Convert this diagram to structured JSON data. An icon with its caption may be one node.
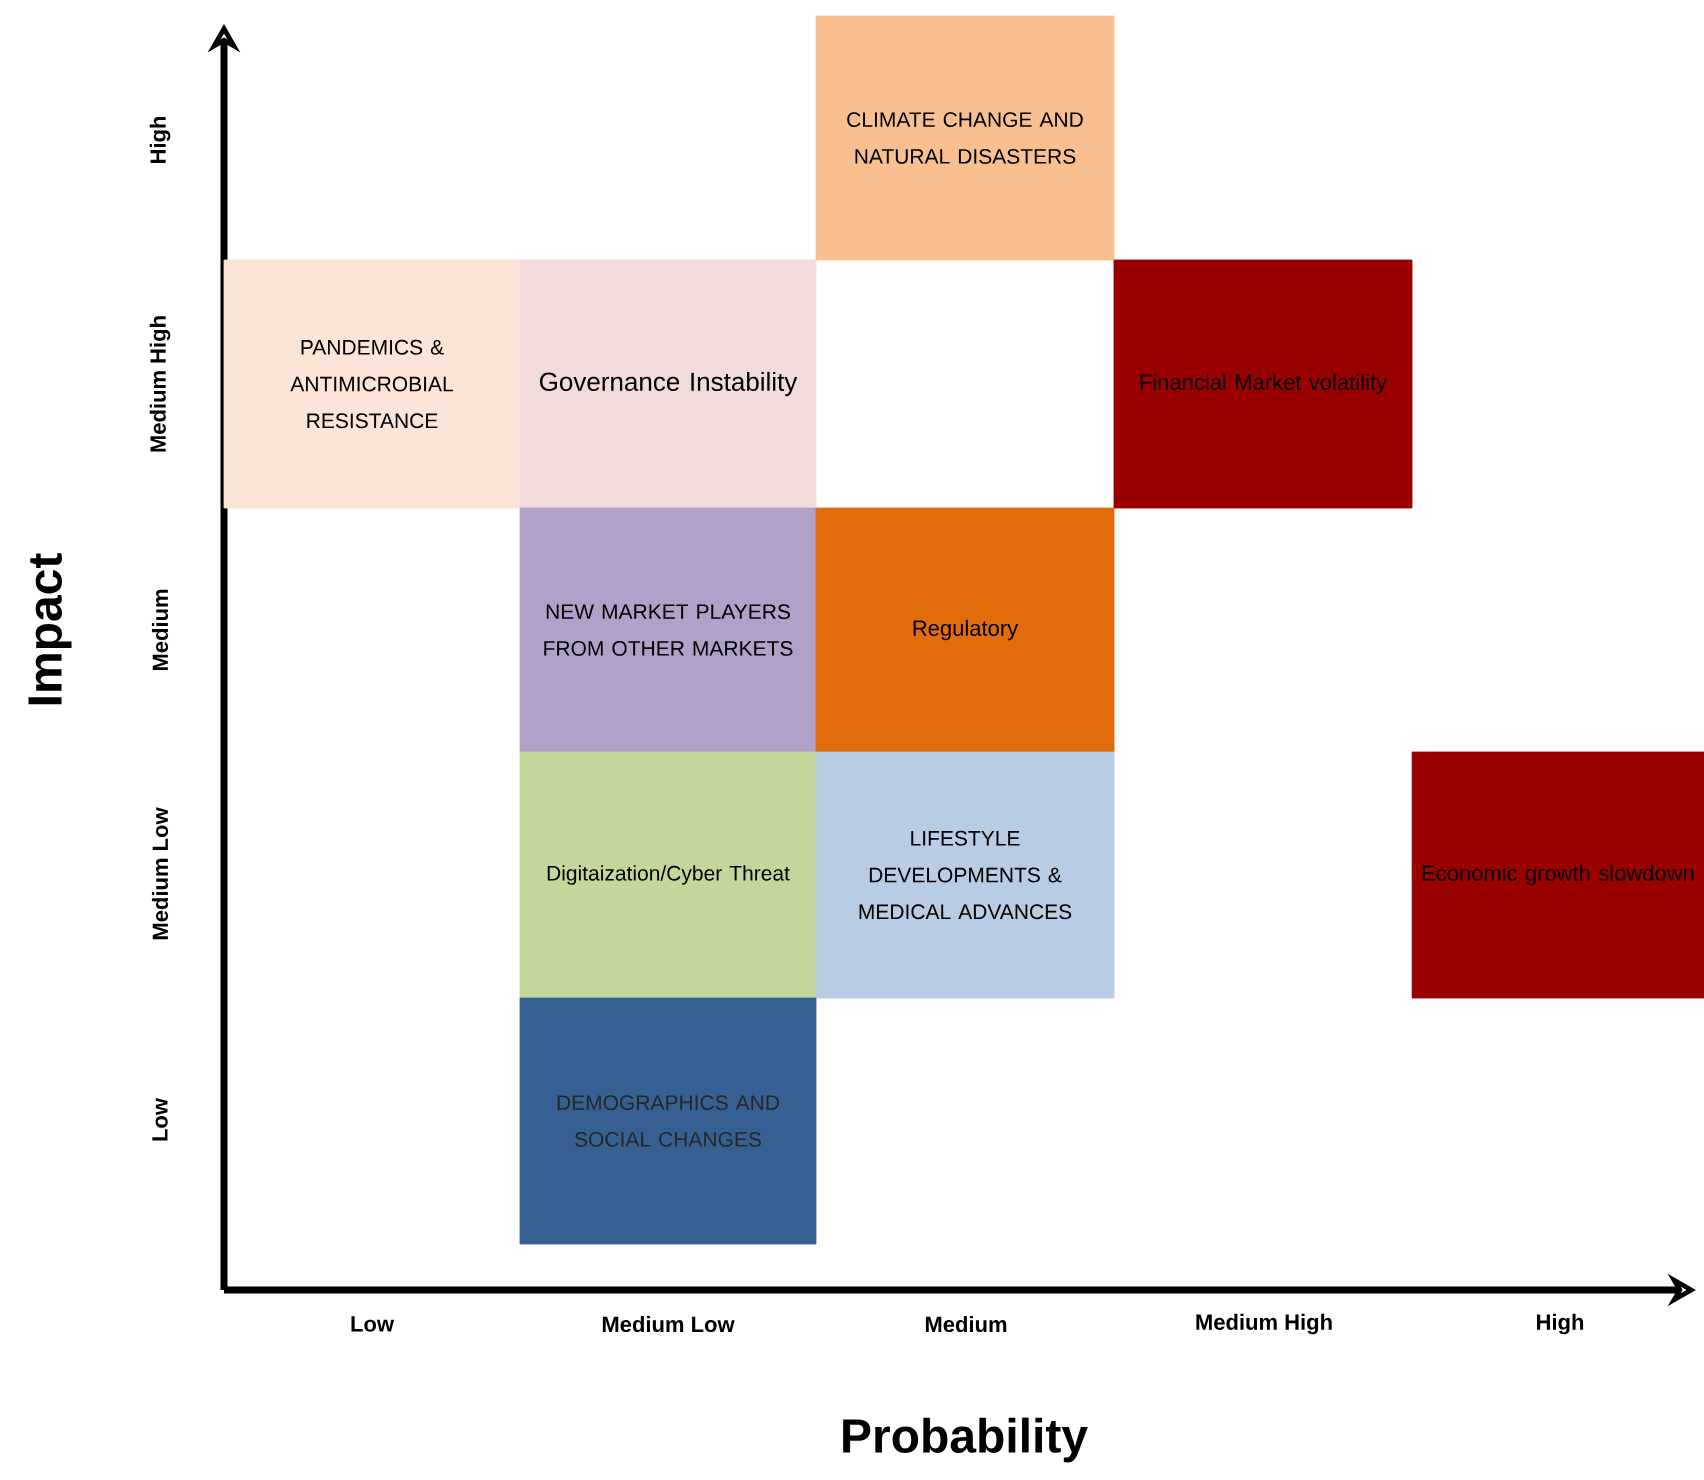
{
  "diagram": {
    "nodes": [
      {
        "text": [
          "CLIMATE CHANGE AND NATURAL DISASTERS"
        ]
      },
      {
        "text": [
          "PANDEMICS & ANTIMICROBIAL RESISTANCE"
        ]
      },
      {
        "text": [
          "Governance Instability"
        ]
      },
      {
        "text": [
          "Financial Market volatility"
        ]
      },
      {
        "text": [
          "NEW MARKET PLAYERS FROM OTHER MARKETS"
        ]
      },
      {
        "text": [
          "Regulatory"
        ]
      },
      {
        "text": [
          "Digitaization/Cyber Threat"
        ]
      },
      {
        "text": [
          "LIFESTYLE DEVELOPMENTS & MEDICAL ADVANCES"
        ]
      },
      {
        "text": [
          "Economic growth slowdown"
        ]
      },
      {
        "text": [
          "DEMOGRAPHICS AND SOCIAL CHANGES"
        ]
      }
    ],
    "labels": [
      "High",
      "Medium High",
      "Medium",
      "Medium Low",
      "Low",
      "Impact",
      "Low",
      "Medium Low",
      "Medium",
      "Medium High",
      "High",
      "Probability"
    ]
  }
}
